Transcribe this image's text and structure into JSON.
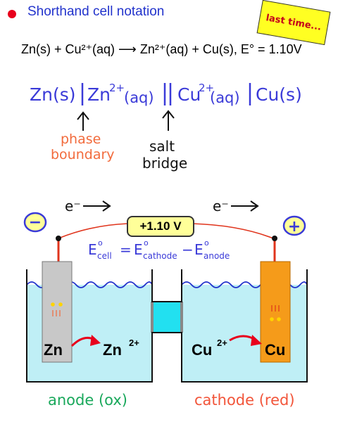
{
  "header": {
    "title": "Shorthand cell notation",
    "badge": "last time..."
  },
  "reaction": {
    "text": "Zn(s) + Cu²⁺(aq) ⟶ Zn²⁺(aq) + Cu(s),  E° = 1.10V"
  },
  "notation": {
    "anode_solid": "Zn(s)",
    "anode_ion": "Zn",
    "anode_ion_charge": "2+",
    "anode_ion_state": "(aq)",
    "cathode_ion": "Cu",
    "cathode_ion_charge": "2+",
    "cathode_ion_state": "(aq)",
    "cathode_solid": "Cu(s)",
    "phase_boundary_line1": "phase",
    "phase_boundary_line2": "boundary",
    "salt_bridge_line1": "salt",
    "salt_bridge_line2": "bridge"
  },
  "cell": {
    "electron_left": "e⁻",
    "electron_right": "e⁻",
    "voltage": "+1.10 V",
    "negative_terminal": "−",
    "positive_terminal": "+",
    "ecell": "E°cell = E°cathode − E°anode",
    "ecell_parts": {
      "E": "E",
      "deg": "o",
      "cell": "cell",
      "eq": "=",
      "cathode": "cathode",
      "minus": "−",
      "anode": "anode"
    },
    "left_electrode": "Zn",
    "left_ion": "Zn",
    "left_ion_charge": "2+",
    "right_ion": "Cu",
    "right_ion_charge": "2+",
    "right_electrode": "Cu",
    "anode_caption": "anode (ox)",
    "cathode_caption": "cathode (red)"
  },
  "colors": {
    "blue_ink": "#3a3ad8",
    "solution": "#bfeff6",
    "zinc": "#c8c8c8",
    "copper": "#f59b1a",
    "salt_bridge": "#22e0f0",
    "wire": "#e0341c",
    "anode_green": "#19a85b",
    "cathode_orange": "#f2553a"
  }
}
